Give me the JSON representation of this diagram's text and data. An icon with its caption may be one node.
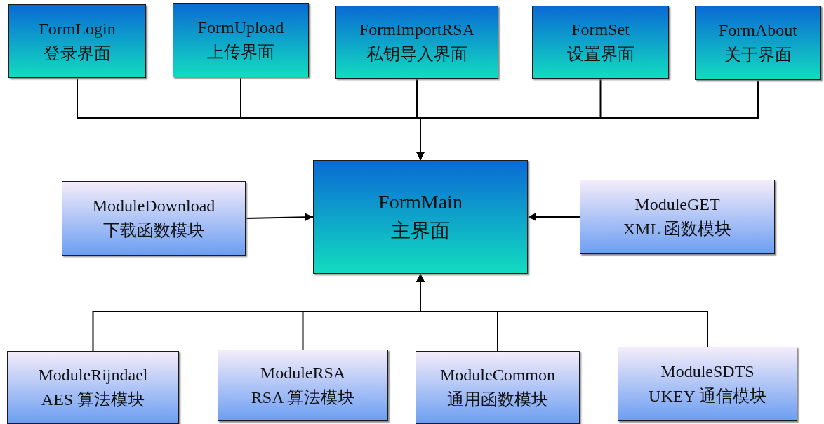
{
  "diagram": {
    "nodes": [
      {
        "text": [
          "FormLogin",
          "登录界面"
        ]
      },
      {
        "text": [
          "FormUpload",
          "上传界面"
        ]
      },
      {
        "text": [
          "FormImportRSA",
          "私钥导入界面"
        ]
      },
      {
        "text": [
          "FormSet",
          "设置界面"
        ]
      },
      {
        "text": [
          "FormAbout",
          "关于界面"
        ]
      },
      {
        "text": [
          "FormMain",
          "主界面"
        ]
      },
      {
        "text": [
          "ModuleDownload",
          "下载函数模块"
        ]
      },
      {
        "text": [
          "ModuleGET",
          "XML 函数模块"
        ]
      },
      {
        "text": [
          "ModuleRijndael",
          "AES 算法模块"
        ]
      },
      {
        "text": [
          "ModuleRSA",
          "RSA 算法模块"
        ]
      },
      {
        "text": [
          "ModuleCommon",
          "通用函数模块"
        ]
      },
      {
        "text": [
          "ModuleSDTS",
          "UKEY 通信模块"
        ]
      }
    ],
    "edges": [
      {
        "from": 0,
        "to": 5,
        "arrow": "to"
      },
      {
        "from": 1,
        "to": 5,
        "arrow": "to"
      },
      {
        "from": 2,
        "to": 5,
        "arrow": "to"
      },
      {
        "from": 3,
        "to": 5,
        "arrow": "to"
      },
      {
        "from": 4,
        "to": 5,
        "arrow": "to"
      },
      {
        "from": 6,
        "to": 5,
        "arrow": "to"
      },
      {
        "from": 7,
        "to": 5,
        "arrow": "to"
      },
      {
        "from": 8,
        "to": 5,
        "arrow": "to"
      },
      {
        "from": 9,
        "to": 5,
        "arrow": "to"
      },
      {
        "from": 10,
        "to": 5,
        "arrow": "to"
      },
      {
        "from": 11,
        "to": 5,
        "arrow": "to"
      }
    ]
  }
}
